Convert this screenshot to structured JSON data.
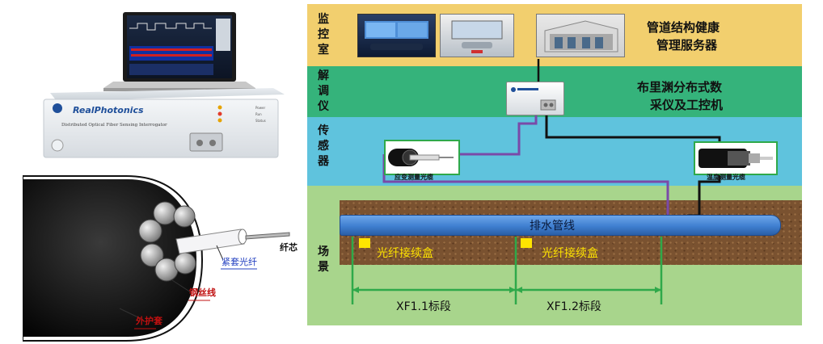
{
  "left_panel": {
    "device_brand": "RealPhotonics",
    "device_subtitle": "Distributed Optical Fiber Sensing Interrogator",
    "indicators": [
      "Power",
      "Run",
      "Status"
    ],
    "cable_labels": {
      "outer_sheath": "外护套",
      "steel_wire": "钢丝线",
      "tight_fiber": "紧套光纤",
      "cut_off_label": "纤芯"
    }
  },
  "diagram": {
    "bands": {
      "monitor_room": "监\n控\n室",
      "demodulator": "解\n调\n仪",
      "sensor": "传\n感\n器",
      "site": "场\n景"
    },
    "server_label_line1": "管道结构健康",
    "server_label_line2": "管理服务器",
    "daq_label_line1": "布里渊分布式数",
    "daq_label_line2": "采仪及工控机",
    "strain_cable_label": "应变测量光缆",
    "temp_cable_label": "温度测量光缆",
    "pipe_label": "排水管线",
    "junction_box_label": "光纤接续盒",
    "segments": [
      "XF1.1标段",
      "XF1.2标段"
    ],
    "colors": {
      "monitor_band": "#f2cf6e",
      "demod_band": "#35b37b",
      "sensor_band": "#5fc3dd",
      "site_band": "#a8d58c",
      "soil": "#7a5230",
      "pipe": "#3f7fd0",
      "junction": "#ffe400",
      "fiber_purple": "#7a4aa8",
      "fiber_black": "#111111",
      "segment_green": "#2fa94a"
    }
  }
}
